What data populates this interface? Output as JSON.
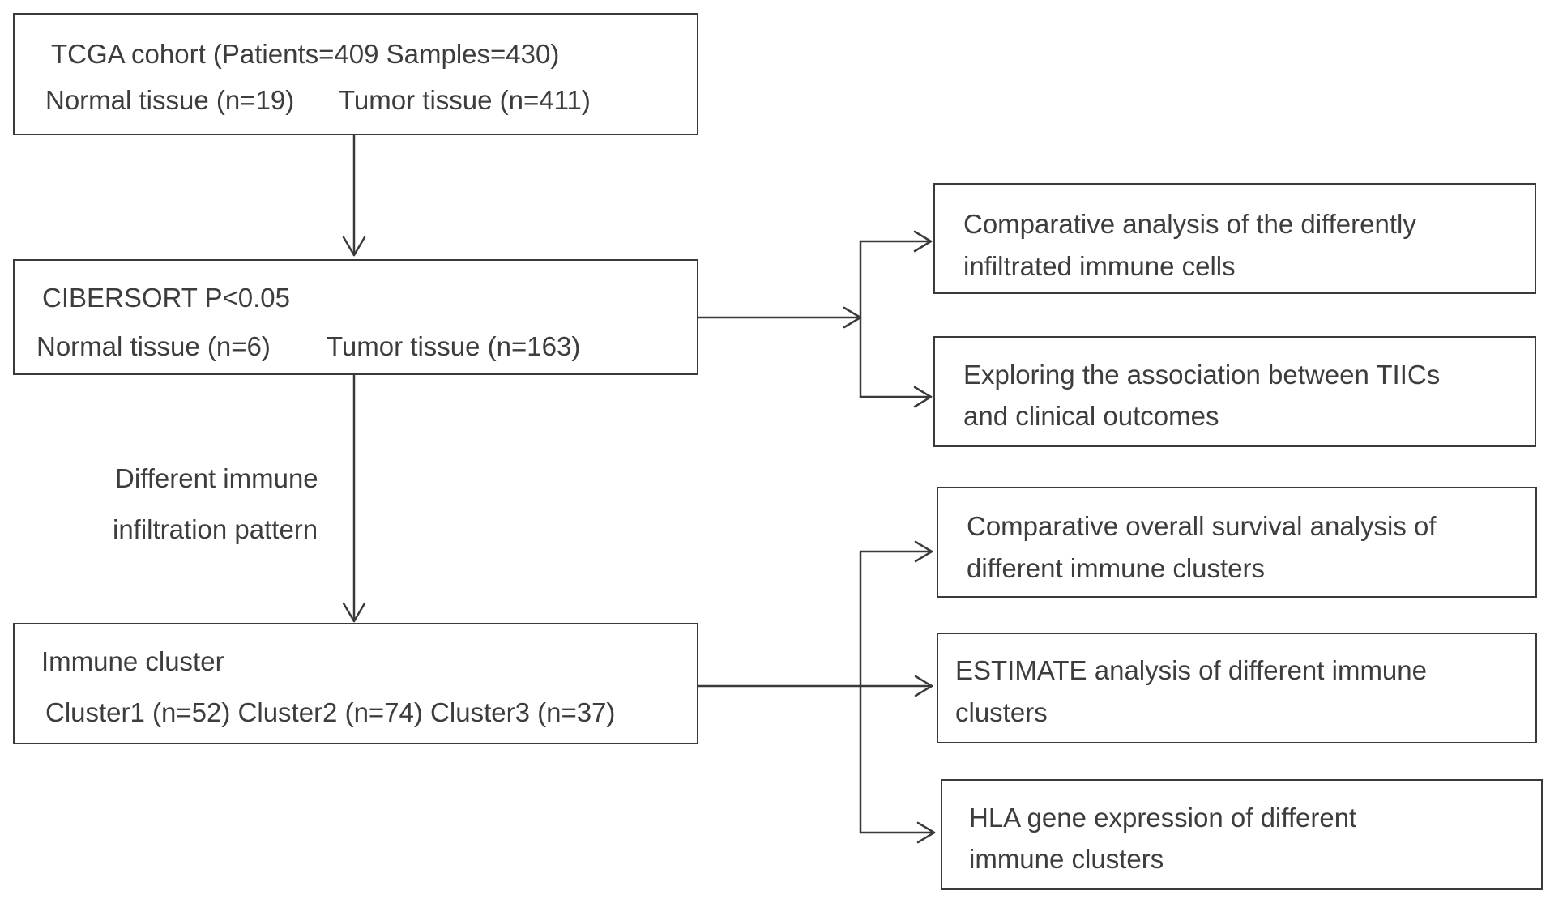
{
  "boxes": {
    "tcga": {
      "line1": "TCGA cohort (Patients=409  Samples=430)",
      "line2a": "Normal tissue (n=19)",
      "line2b": "Tumor tissue (n=411)"
    },
    "cibersort": {
      "line1": "CIBERSORT P<0.05",
      "line2a": "Normal tissue (n=6)",
      "line2b": "Tumor tissue (n=163)"
    },
    "immune_cluster": {
      "line1": "Immune cluster",
      "line2": "Cluster1 (n=52)  Cluster2 (n=74) Cluster3 (n=37)"
    },
    "comparative_analysis": {
      "line1": "Comparative analysis of the differently",
      "line2": "infiltrated immune cells"
    },
    "tiics_association": {
      "line1": "Exploring the association between TIICs",
      "line2": "and clinical outcomes"
    },
    "survival_analysis": {
      "line1": "Comparative overall survival analysis of",
      "line2": "different immune clusters"
    },
    "estimate_analysis": {
      "line1": "ESTIMATE analysis of different immune",
      "line2": "clusters"
    },
    "hla_expression": {
      "line1": "HLA gene expression of different",
      "line2": "immune clusters"
    }
  },
  "edge_label": {
    "line1": "Different immune",
    "line2": "infiltration pattern"
  },
  "colors": {
    "stroke": "#3a3a3a",
    "text": "#3d3d3d",
    "background": "#ffffff"
  }
}
